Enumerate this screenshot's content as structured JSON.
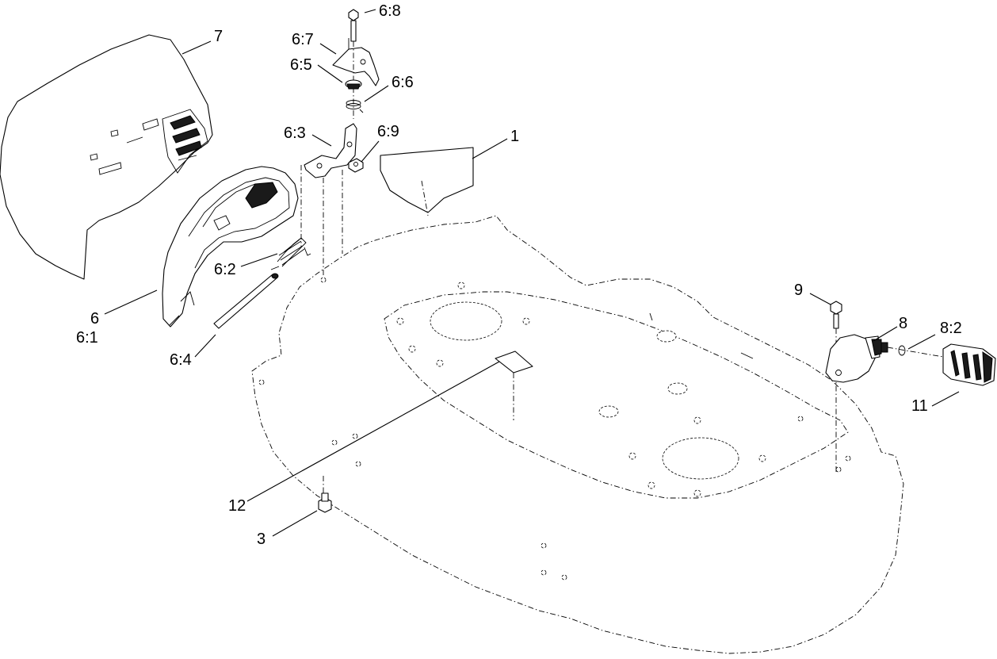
{
  "callouts": {
    "c7": "7",
    "c6_8": "6:8",
    "c6_7": "6:7",
    "c6_5": "6:5",
    "c6_6": "6:6",
    "c6_3": "6:3",
    "c6_9": "6:9",
    "c1": "1",
    "c6_2": "6:2",
    "c6": "6",
    "c6_1": "6:1",
    "c6_4": "6:4",
    "c9": "9",
    "c8": "8",
    "c8_2": "8:2",
    "c11": "11",
    "c12": "12",
    "c3": "3"
  }
}
